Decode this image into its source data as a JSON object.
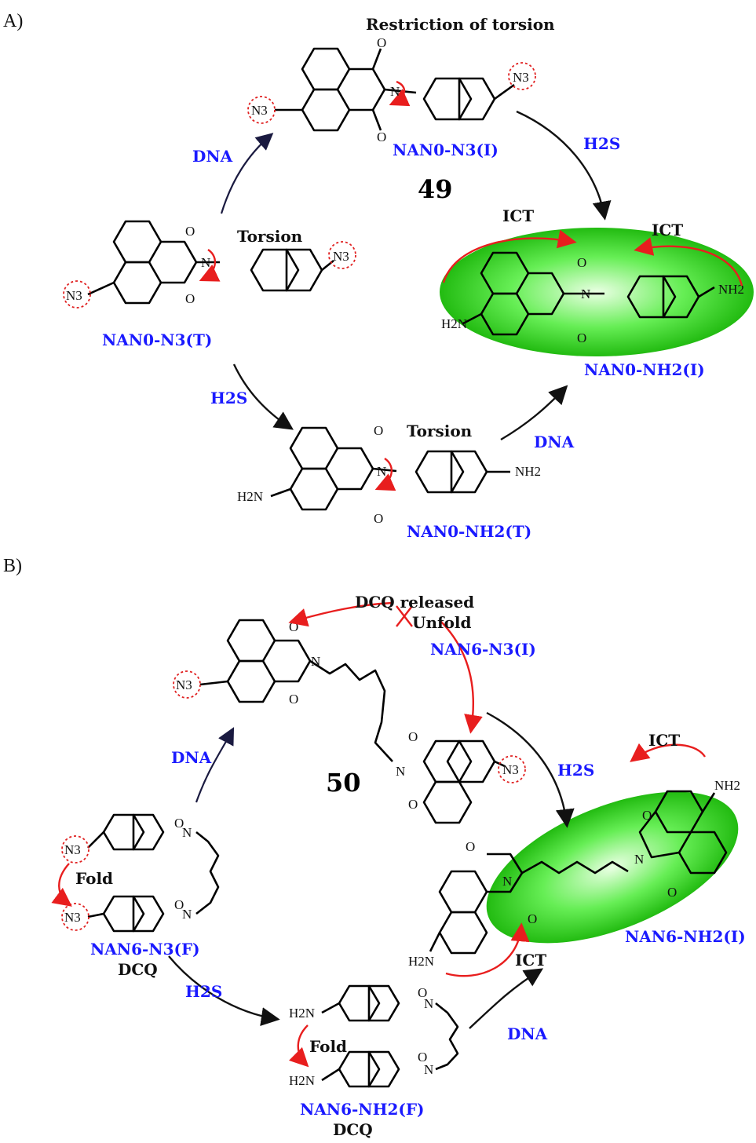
{
  "panels": {
    "a": "A)",
    "b": "B)"
  },
  "colors": {
    "label_blue": "#1a1aff",
    "arrow_red": "#e81e1e",
    "glow_green": "#33dd22"
  },
  "panel_a": {
    "restriction": "Restriction of torsion",
    "dna_top": "DNA",
    "h2s_top": "H2S",
    "compound_number": "49",
    "torsion_left": "Torsion",
    "ict_left": "ICT",
    "ict_right": "ICT",
    "nan0_n3_i": "NAN0-N3(I)",
    "nan0_n3_t": "NAN0-N3(T)",
    "nan0_nh2_i": "NAN0-NH2(I)",
    "h2s_bottom": "H2S",
    "torsion_bottom": "Torsion",
    "dna_bottom": "DNA",
    "nan0_nh2_t": "NAN0-NH2(T)"
  },
  "panel_b": {
    "dcq_released": "DCQ released",
    "unfold": "Unfold",
    "nan6_n3_i": "NAN6-N3(I)",
    "dna_top": "DNA",
    "compound_number": "50",
    "h2s_top": "H2S",
    "ict_top": "ICT",
    "fold_left": "Fold",
    "nan6_n3_f": "NAN6-N3(F)",
    "dcq_left": "DCQ",
    "nan6_nh2_i": "NAN6-NH2(I)",
    "ict_bottom": "ICT",
    "h2s_bottom": "H2S",
    "fold_bottom": "Fold",
    "dna_bottom": "DNA",
    "nan6_nh2_f": "NAN6-NH2(F)",
    "dcq_bottom": "DCQ"
  },
  "atoms": {
    "o": "O",
    "n": "N",
    "n3": "N3",
    "nh2": "NH2",
    "h2n": "H2N"
  }
}
